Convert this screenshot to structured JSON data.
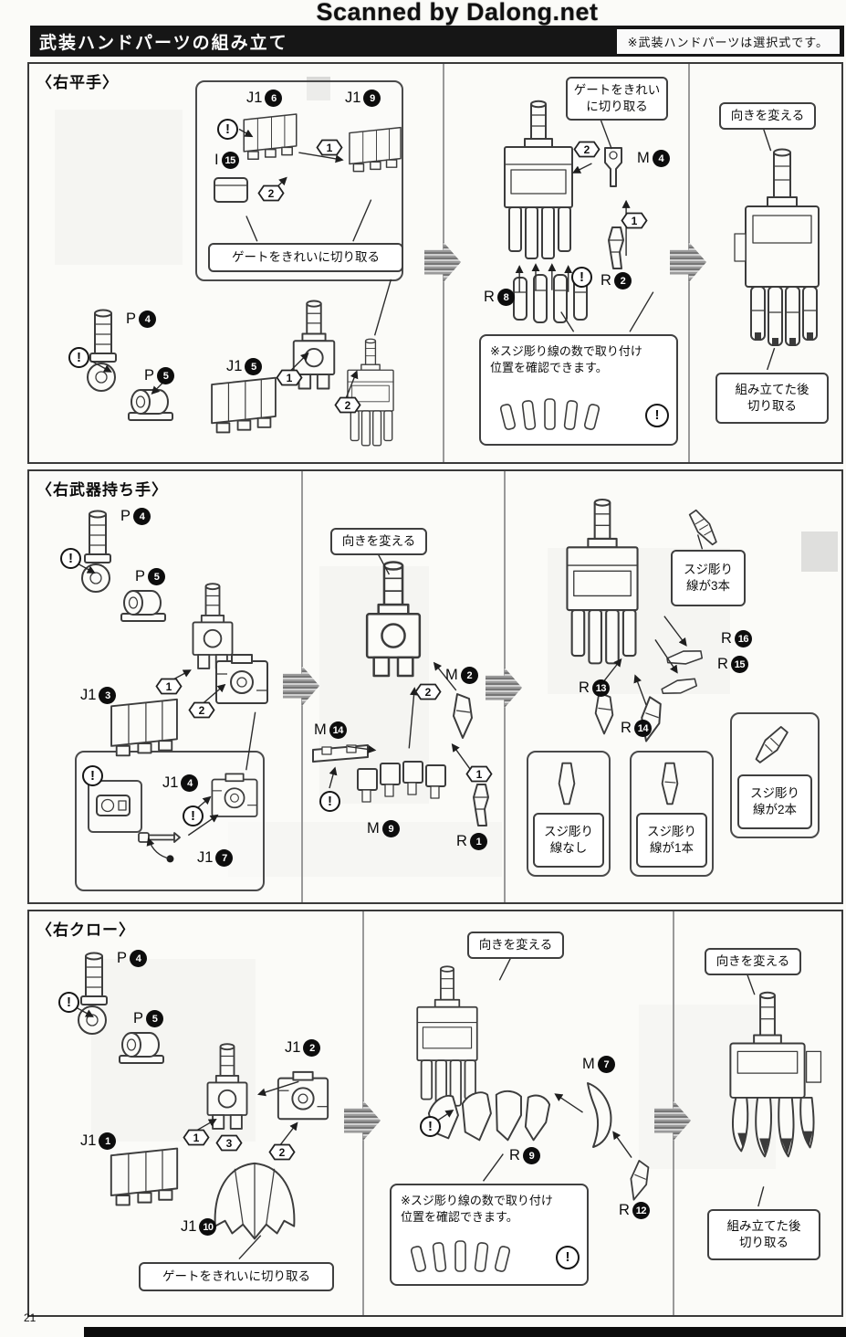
{
  "page": {
    "watermark": "Scanned by Dalong.net",
    "page_number": "21"
  },
  "header": {
    "title": "武装ハンドパーツの組み立て",
    "note": "※武装ハンドパーツは選択式です。"
  },
  "colors": {
    "header_bg": "#161616",
    "paper": "#fbfbf8",
    "ink": "#111111"
  },
  "icons": {
    "warning": "!"
  },
  "steps": {
    "n1": "1",
    "n2": "2",
    "n3": "3"
  },
  "labels": {
    "cut_gate": "ゲートをきれいに切り取る",
    "cut_gate_line1": "ゲートをきれい",
    "cut_gate_line2": "に切り取る",
    "change_direction": "向きを変える",
    "cut_after_line1": "組み立てた後",
    "cut_after_line2": "切り取る",
    "panel_note_line1": "※スジ彫り線の数で取り付け",
    "panel_note_line2": "位置を確認できます。",
    "panel_3_line1": "スジ彫り",
    "panel_3_line2": "線が3本",
    "panel_2_line1": "スジ彫り",
    "panel_2_line2": "線が2本",
    "panel_1_line1": "スジ彫り",
    "panel_1_line2": "線が1本",
    "panel_0_line1": "スジ彫り",
    "panel_0_line2": "線なし"
  },
  "sections": [
    {
      "title": "〈右平手〉",
      "parts": {
        "j1_6": {
          "prefix": "J1",
          "num": "6"
        },
        "j1_9": {
          "prefix": "J1",
          "num": "9"
        },
        "i_15": {
          "prefix": "I",
          "num": "15"
        },
        "p_4": {
          "prefix": "P",
          "num": "4"
        },
        "p_5": {
          "prefix": "P",
          "num": "5"
        },
        "j1_5": {
          "prefix": "J1",
          "num": "5"
        },
        "m_4": {
          "prefix": "M",
          "num": "4"
        },
        "r_2": {
          "prefix": "R",
          "num": "2"
        },
        "r_8": {
          "prefix": "R",
          "num": "8"
        }
      }
    },
    {
      "title": "〈右武器持ち手〉",
      "parts": {
        "p_4": {
          "prefix": "P",
          "num": "4"
        },
        "p_5": {
          "prefix": "P",
          "num": "5"
        },
        "j1_3": {
          "prefix": "J1",
          "num": "3"
        },
        "j1_4": {
          "prefix": "J1",
          "num": "4"
        },
        "j1_7": {
          "prefix": "J1",
          "num": "7"
        },
        "m_2": {
          "prefix": "M",
          "num": "2"
        },
        "m_14": {
          "prefix": "M",
          "num": "14"
        },
        "m_9": {
          "prefix": "M",
          "num": "9"
        },
        "r_1": {
          "prefix": "R",
          "num": "1"
        },
        "r_16": {
          "prefix": "R",
          "num": "16"
        },
        "r_15": {
          "prefix": "R",
          "num": "15"
        },
        "r_13": {
          "prefix": "R",
          "num": "13"
        },
        "r_14": {
          "prefix": "R",
          "num": "14"
        }
      }
    },
    {
      "title": "〈右クロー〉",
      "parts": {
        "p_4": {
          "prefix": "P",
          "num": "4"
        },
        "p_5": {
          "prefix": "P",
          "num": "5"
        },
        "j1_2": {
          "prefix": "J1",
          "num": "2"
        },
        "j1_1": {
          "prefix": "J1",
          "num": "1"
        },
        "j1_10": {
          "prefix": "J1",
          "num": "10"
        },
        "m_7": {
          "prefix": "M",
          "num": "7"
        },
        "r_9": {
          "prefix": "R",
          "num": "9"
        },
        "r_12": {
          "prefix": "R",
          "num": "12"
        }
      }
    }
  ]
}
